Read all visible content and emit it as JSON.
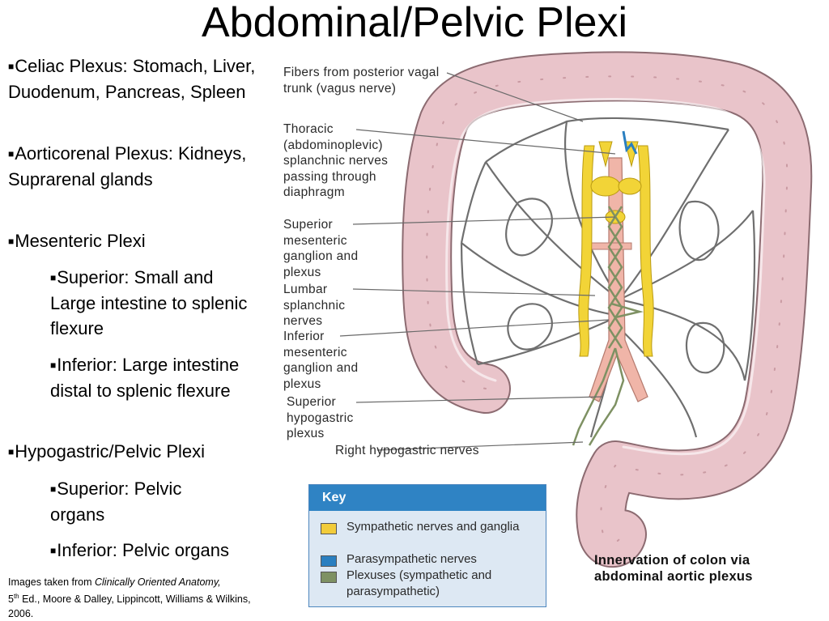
{
  "title": "Abdominal/Pelvic Plexi",
  "bullets": [
    {
      "text": "Celiac Plexus:  Stomach, Liver, Duodenum, Pancreas, Spleen"
    },
    {
      "text": "Aorticorenal Plexus: Kidneys, Suprarenal glands"
    },
    {
      "text": "Mesenteric Plexi"
    },
    {
      "text": "Superior: Small and Large intestine to splenic flexure"
    },
    {
      "text": "Inferior: Large intestine distal to splenic flexure"
    },
    {
      "text": "Hypogastric/Pelvic Plexi"
    },
    {
      "text": "Superior: Pelvic organs"
    },
    {
      "text": "Inferior: Pelvic organs"
    }
  ],
  "citation": {
    "prefix": "Images taken from ",
    "book": "Clinically Oriented Anatomy,",
    "edition_num": "5",
    "edition_sup": "th",
    "rest": " Ed., Moore & Dalley, Lippincott, Williams & Wilkins, 2006."
  },
  "figure": {
    "labels": [
      "Fibers from posterior vagal trunk (vagus nerve)",
      "Thoracic (abdominoplevic) splanchnic nerves passing through diaphragm",
      "Superior mesenteric ganglion and plexus",
      "Lumbar splanchnic nerves",
      "Inferior mesenteric ganglion and plexus",
      "Superior hypogastric plexus",
      "Right hypogastric nerves"
    ],
    "caption": "Innervation of colon via abdominal aortic plexus",
    "key": {
      "heading": "Key",
      "items": [
        {
          "label": "Sympathetic nerves and ganglia",
          "color": "#f2cc3a"
        },
        {
          "label": "Parasympathetic nerves",
          "color": "#2a7fc0"
        },
        {
          "label": "Plexuses (sympathetic and parasympathetic)",
          "color": "#7e9163"
        }
      ]
    },
    "colors": {
      "colon": "#e9c4ca",
      "colon_outline": "#8c6b71",
      "sympathetic": "#f2d437",
      "parasympathetic": "#2a7fc0",
      "plexus": "#7e9163",
      "aorta": "#f0b5a8",
      "nerve_lines": "#7a7a7a"
    }
  }
}
